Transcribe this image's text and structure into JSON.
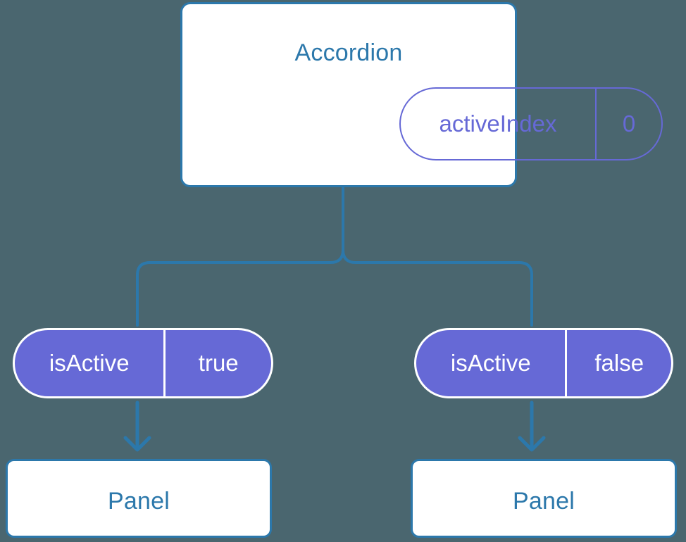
{
  "theme": {
    "background": "#4a666f",
    "card_border": "#2c78ab",
    "card_fill": "#ffffff",
    "title_text": "#2c78ab",
    "pill_accent": "#6669d6",
    "pill_filled_text": "#ffffff",
    "connector": "#2c78ab"
  },
  "diagram": {
    "type": "component-tree",
    "root": {
      "title": "Accordion",
      "prop": {
        "key": "activeIndex",
        "value": "0"
      }
    },
    "children": [
      {
        "badge": {
          "key": "isActive",
          "value": "true"
        },
        "card_title": "Panel"
      },
      {
        "badge": {
          "key": "isActive",
          "value": "false"
        },
        "card_title": "Panel"
      }
    ],
    "connectors": [
      {
        "name": "root-to-branch-fork",
        "from": "Accordion",
        "to": [
          "isActive true",
          "isActive false"
        ],
        "style": "rounded-elbow"
      },
      {
        "name": "left-badge-to-panel-arrow",
        "from": "isActive true",
        "to": "Panel",
        "style": "down-arrow"
      },
      {
        "name": "right-badge-to-panel-arrow",
        "from": "isActive false",
        "to": "Panel",
        "style": "down-arrow"
      }
    ]
  }
}
